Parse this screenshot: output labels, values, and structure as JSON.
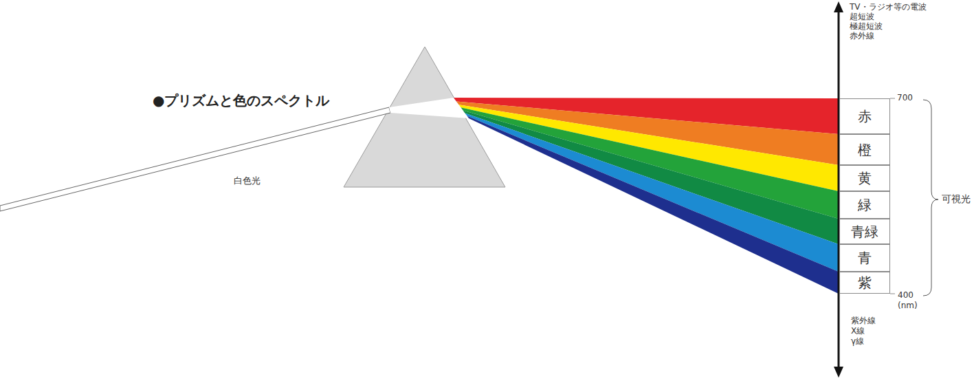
{
  "diagram": {
    "title": "●プリズムと色のスペクトル",
    "nodes": [
      {
        "text": [
          "赤"
        ]
      },
      {
        "text": [
          "橙"
        ]
      },
      {
        "text": [
          "黄"
        ]
      },
      {
        "text": [
          "緑"
        ]
      },
      {
        "text": [
          "青緑"
        ]
      },
      {
        "text": [
          "青"
        ]
      },
      {
        "text": [
          "紫"
        ]
      }
    ],
    "labels": [
      "TV・ラジオ等の電波",
      "超短波",
      "極超短波",
      "赤外線",
      "白色光",
      "700",
      "400",
      "(nm)",
      "可視光",
      "紫外線",
      "X線",
      "γ線"
    ]
  }
}
